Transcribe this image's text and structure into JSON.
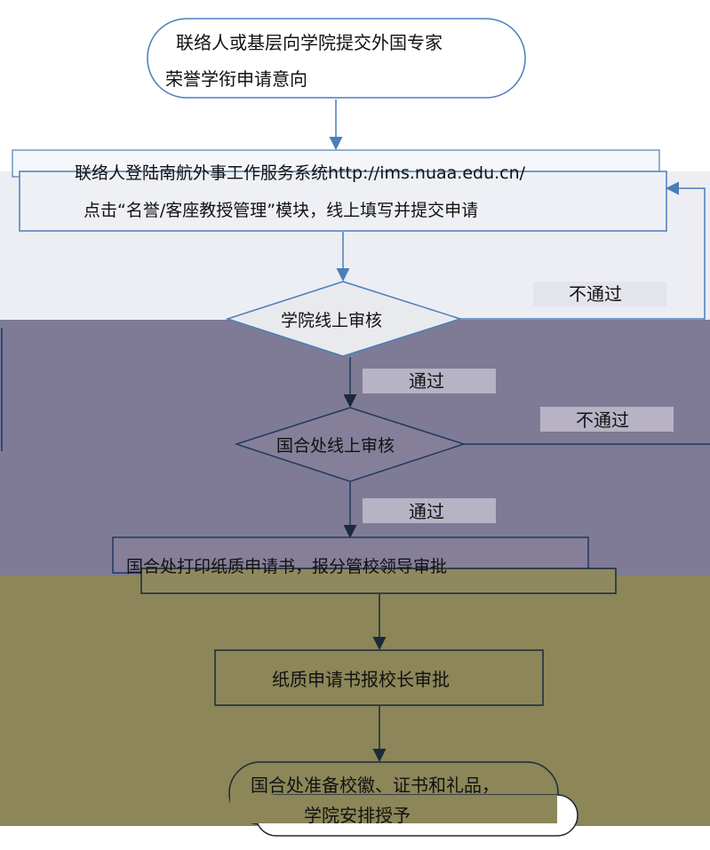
{
  "steps": {
    "intent": {
      "line1": "联络人或基层向学院提交外国专家",
      "line2": "荣誉学衔申请意向"
    },
    "online_submit": {
      "line1": "联络人登陆南航外事工作服务系统http://ims.nuaa.edu.cn/",
      "line2": "点击“名誉/客座教授管理”模块，线上填写并提交申请"
    },
    "college_review": {
      "label": "学院线上审核"
    },
    "intl_review": {
      "label": "国合处线上审核"
    },
    "print_submit": {
      "label": "国合处打印纸质申请书，报分管校领导审批"
    },
    "president_approval": {
      "label": "纸质申请书报校长审批"
    },
    "ceremony": {
      "line1": "国合处准备校徽、证书和礼品，",
      "line2": "学院安排授予"
    }
  },
  "edges": {
    "pass_1": "通过",
    "pass_2": "通过",
    "reject_1": "不通过",
    "reject_2": "不通过"
  },
  "colors": {
    "line": "#4a7ebb",
    "line_dark": "#1f3a5f",
    "band_purple": "#7e7b96",
    "band_olive": "#8c8658",
    "band_light": "#e7e8ec",
    "box_fill_top": "#eef1f7"
  }
}
